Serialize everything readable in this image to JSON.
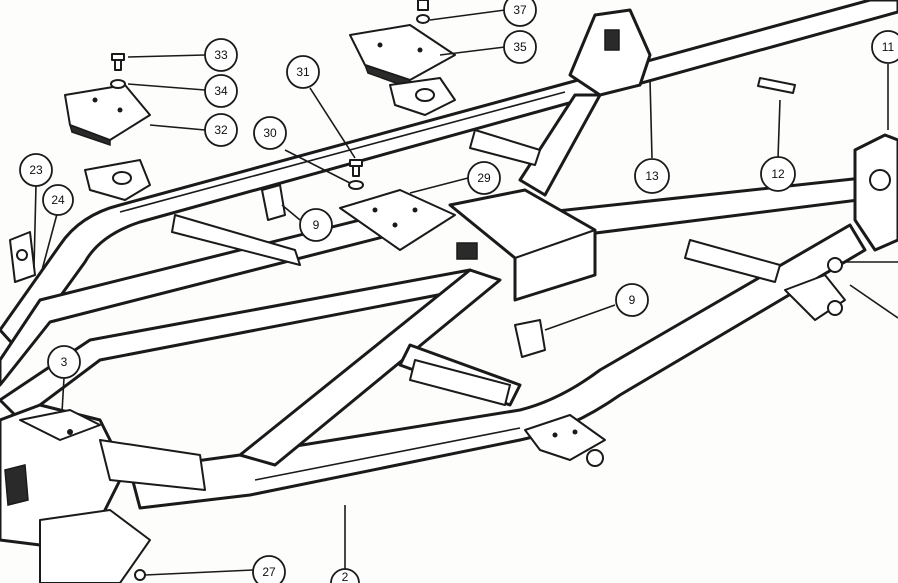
{
  "callouts": [
    {
      "id": "c37",
      "label": "37"
    },
    {
      "id": "c35",
      "label": "35"
    },
    {
      "id": "c33",
      "label": "33"
    },
    {
      "id": "c34",
      "label": "34"
    },
    {
      "id": "c32",
      "label": "32"
    },
    {
      "id": "c31",
      "label": "31"
    },
    {
      "id": "c30",
      "label": "30"
    },
    {
      "id": "c29",
      "label": "29"
    },
    {
      "id": "c23",
      "label": "23"
    },
    {
      "id": "c24",
      "label": "24"
    },
    {
      "id": "c9a",
      "label": "9"
    },
    {
      "id": "c9b",
      "label": "9"
    },
    {
      "id": "c13",
      "label": "13"
    },
    {
      "id": "c12",
      "label": "12"
    },
    {
      "id": "c11",
      "label": "11"
    },
    {
      "id": "c3",
      "label": "3"
    },
    {
      "id": "c27",
      "label": "27"
    },
    {
      "id": "c2",
      "label": "2"
    }
  ]
}
